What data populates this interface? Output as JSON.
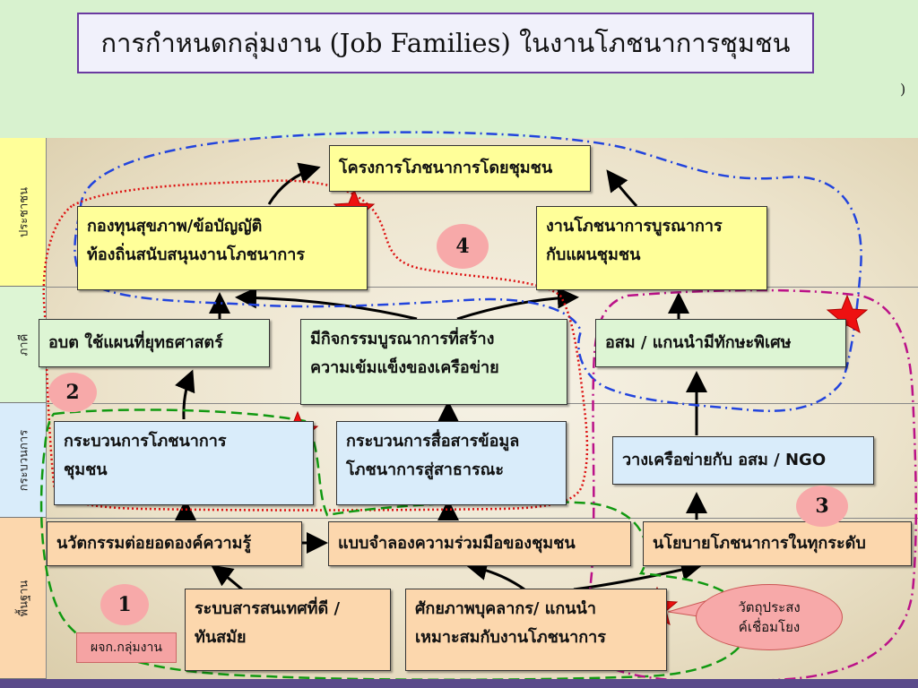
{
  "title": "การกำหนดกลุ่มงาน (Job Families) ในงานโภชนาการชุมชน",
  "top_paren": ")",
  "lanes": [
    "ประชาชน",
    "ภาคี",
    "กระบวนการ",
    "พื้นฐาน"
  ],
  "boxes": {
    "project": "โครงการโภชนาการโดยชุมชน",
    "fund_line1": "กองทุนสุขภาพ/ข้อบัญญัติ",
    "fund_line2": "ท้องถิ่นสนับสนุนงานโภชนาการ",
    "integrate_line1": "งานโภชนาการบูรณาการ",
    "integrate_line2": "กับแผนชุมชน",
    "abt": "อบต ใช้แผนที่ยุทธศาสตร์",
    "activity_line1": "มีกิจกรรมบูรณาการที่สร้าง",
    "activity_line2": "ความเข้มแข็งของเครือข่าย",
    "osm_leader": "อสม / แกนนำมีทักษะพิเศษ",
    "process_line1": "กระบวนการโภชนาการ",
    "process_line2": "ชุมชน",
    "comm_line1": "กระบวนการสื่อสารข้อมูล",
    "comm_line2": "โภชนาการสู่สาธารณะ",
    "network": "วางเครือข่ายกับ อสม / NGO",
    "innovation": "นวัตกรรมต่อยอดองค์ความรู้",
    "model": "แบบจำลองความร่วมมือของชุมชน",
    "policy": "นโยบายโภชนาการในทุกระดับ",
    "info_line1": "ระบบสารสนเทศที่ดี /",
    "info_line2": "ทันสมัย",
    "capacity_line1": "ศักยภาพบุคลากร/ แกนนำ",
    "capacity_line2": "เหมาะสมกับงานโภชนาการ"
  },
  "badges": [
    "1",
    "2",
    "3",
    "4"
  ],
  "group_label": "ผจก.กลุ่มงาน",
  "objective_line1": "วัตถุประสง",
  "objective_line2": "ค์เชื่อมโยง",
  "colors": {
    "blue_group": "#2244dd",
    "red_group": "#dd1111",
    "green_group": "#119911",
    "magenta_group": "#bb1188",
    "star": "#ee1111"
  }
}
